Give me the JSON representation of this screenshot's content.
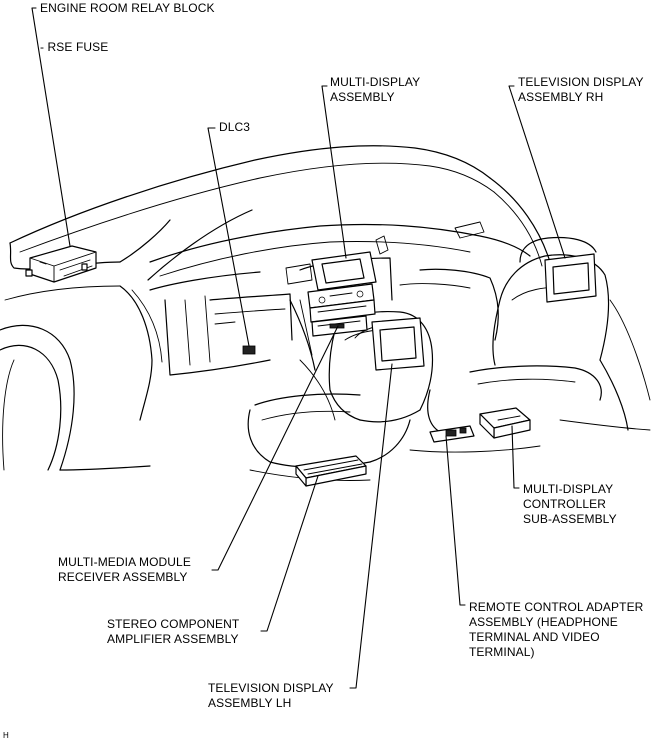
{
  "diagram": {
    "labels": {
      "engine_room_relay_block": "ENGINE ROOM RELAY BLOCK",
      "rse_fuse": "- RSE FUSE",
      "dlc3": "DLC3",
      "multi_display_assembly": "MULTI-DISPLAY\nASSEMBLY",
      "television_display_rh": "TELEVISION DISPLAY\nASSEMBLY RH",
      "multi_display_controller": "MULTI-DISPLAY\nCONTROLLER\nSUB-ASSEMBLY",
      "multi_media_module": "MULTI-MEDIA MODULE\nRECEIVER ASSEMBLY",
      "stereo_component_amplifier": "STEREO COMPONENT\nAMPLIFIER ASSEMBLY",
      "remote_control_adapter": "REMOTE CONTROL ADAPTER\nASSEMBLY (HEADPHONE\nTERMINAL AND VIDEO\nTERMINAL)",
      "television_display_lh": "TELEVISION DISPLAY\nASSEMBLY LH",
      "figure_code": "H"
    }
  }
}
